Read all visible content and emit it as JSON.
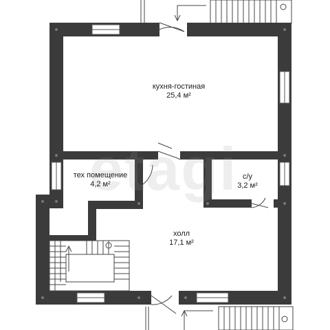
{
  "watermark": "etagi",
  "rooms": [
    {
      "name": "кухня-гостиная",
      "area": "25,4 м²"
    },
    {
      "name": "тех помещение",
      "area": "4,2 м²"
    },
    {
      "name": "с/у",
      "area": "3,2 м²"
    },
    {
      "name": "холл",
      "area": "17,1 м²"
    }
  ],
  "colors": {
    "wall": "#3b3b3b",
    "background": "#ffffff",
    "line": "#333333"
  }
}
